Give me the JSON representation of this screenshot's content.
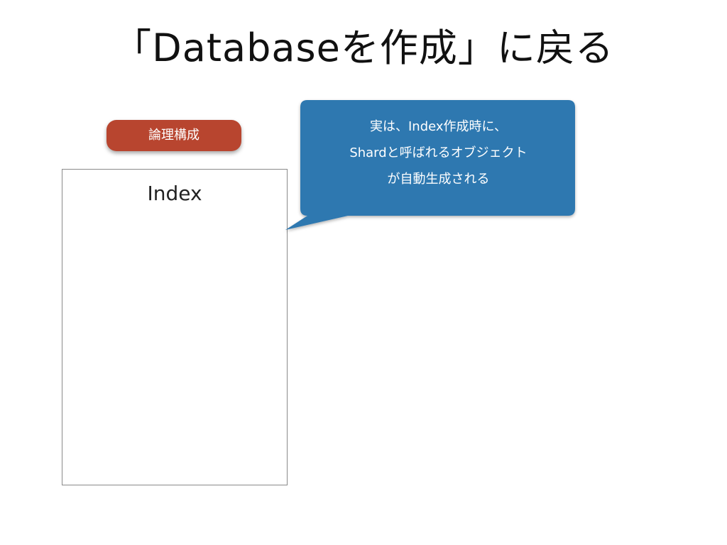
{
  "slide": {
    "title": "「Databaseを作成」に戻る",
    "badge_label": "論理構成",
    "index_label": "Index",
    "callout_lines": [
      "実は、Index作成時に、",
      "Shardと呼ばれるオブジェクト",
      "が自動生成される"
    ]
  },
  "colors": {
    "badge": "#b8452f",
    "callout": "#2f78b0",
    "box_border": "#8a8a8a"
  }
}
